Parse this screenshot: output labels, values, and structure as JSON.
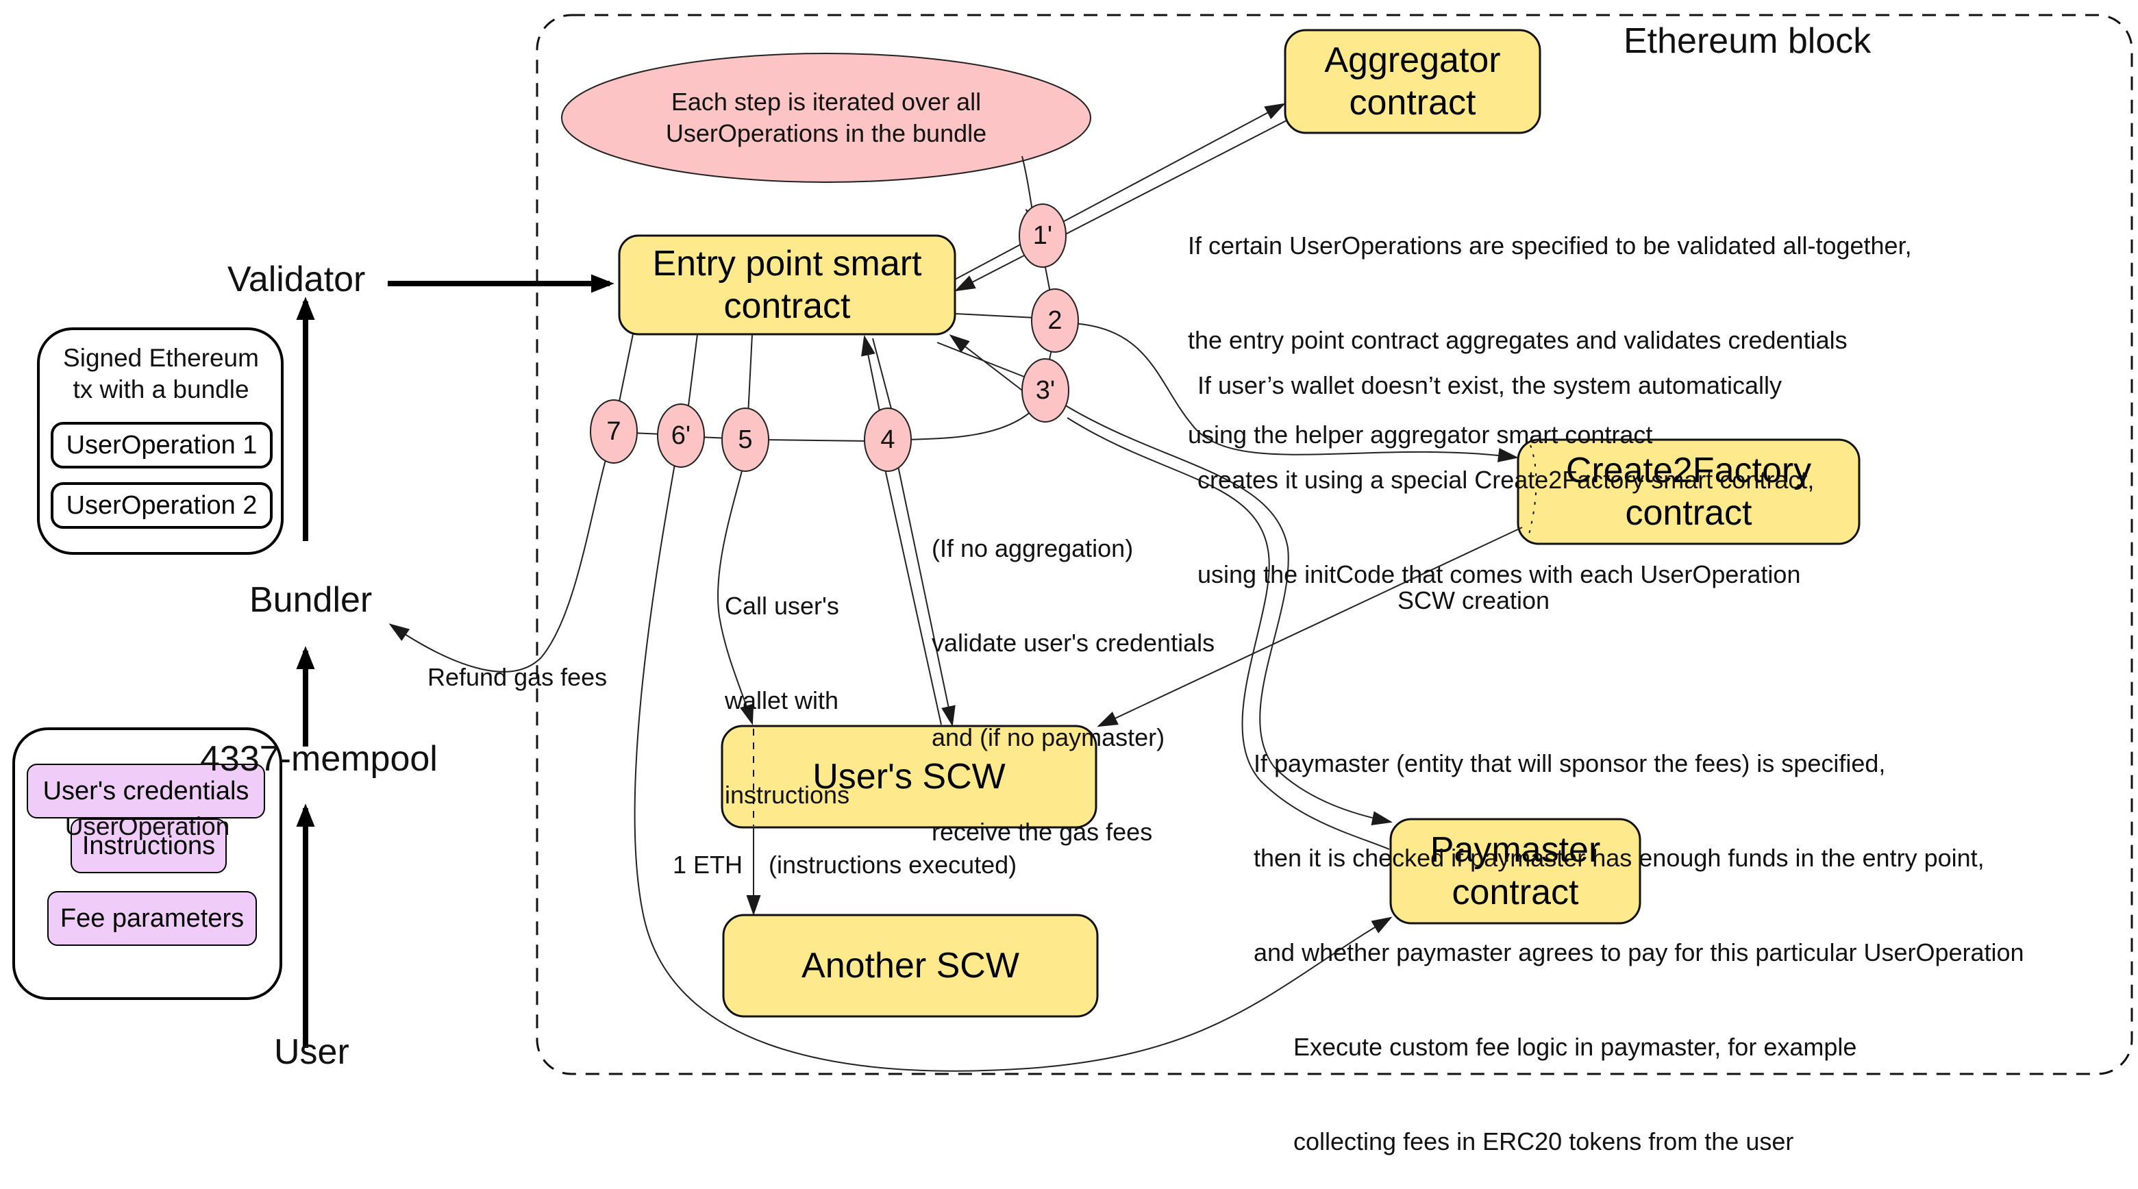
{
  "container": {
    "title": "Ethereum block"
  },
  "actors": {
    "validator": "Validator",
    "bundler": "Bundler",
    "mempool": "4337-mempool",
    "user": "User"
  },
  "bundle_card": {
    "title_line1": "Signed Ethereum",
    "title_line2": "tx with a bundle",
    "items": [
      "UserOperation 1",
      "UserOperation 2"
    ]
  },
  "userop_card": {
    "title": "UserOperation",
    "items": [
      "User's credentials",
      "Instructions",
      "Fee parameters"
    ],
    "item_color": "#f0ccf8"
  },
  "note_ellipse": {
    "line1": "Each step is iterated over all",
    "line2": "UserOperations in the bundle",
    "color": "#fcc4c4"
  },
  "contracts": {
    "entry_point": {
      "line1": "Entry point smart",
      "line2": "contract"
    },
    "aggregator": {
      "line1": "Aggregator",
      "line2": "contract"
    },
    "create2factory": {
      "line1": "Create2Factory",
      "line2": "contract"
    },
    "users_scw": {
      "line1": "User's SCW"
    },
    "another_scw": {
      "line1": "Another SCW"
    },
    "paymaster": {
      "line1": "Paymaster",
      "line2": "contract"
    },
    "color": "#fee98c"
  },
  "steps": [
    "1'",
    "2",
    "3'",
    "4",
    "5",
    "6'",
    "7"
  ],
  "step_color": "#fcc4c4",
  "annotations": {
    "aggregator": [
      "If certain UserOperations are specified to be validated all-together,",
      "the entry point contract aggregates and validates credentials",
      "using the helper aggregator smart contract"
    ],
    "create2": [
      "If user’s wallet doesn’t exist, the system automatically",
      "creates it using a special Create2Factory smart contract,",
      "using the initCode that comes with each UserOperation"
    ],
    "validate": [
      "(If no aggregation)",
      "validate user's credentials",
      "and (if no paymaster)",
      "receive the gas fees"
    ],
    "call_wallet": [
      "Call user's",
      "wallet with",
      "instructions"
    ],
    "scw_creation": "SCW creation",
    "paymaster": [
      "If paymaster (entity that will sponsor the fees) is specified,",
      "then it is checked if paymaster has enough funds in the entry point,",
      "and whether paymaster agrees to pay for this particular UserOperation"
    ],
    "custom_fee": [
      "Execute custom fee logic in paymaster, for example",
      "collecting fees in ERC20 tokens from the user"
    ],
    "refund": "Refund gas fees",
    "eth_amount": "1 ETH",
    "instructions_executed": "(instructions executed)"
  }
}
